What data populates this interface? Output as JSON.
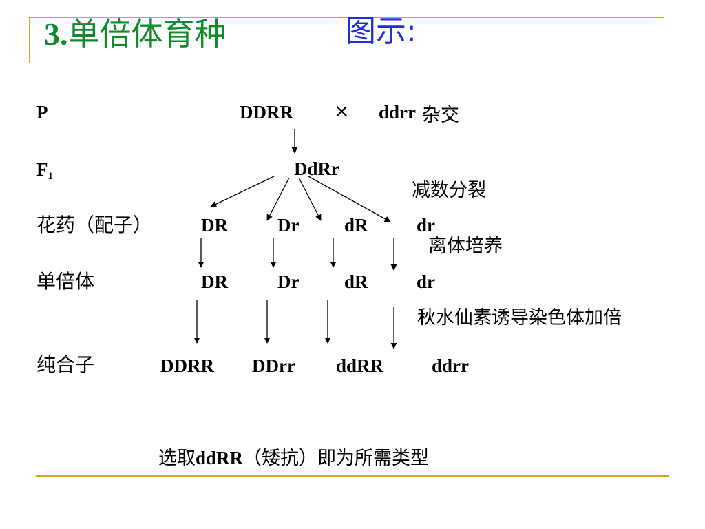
{
  "slide": {
    "title_num": "3.",
    "title_text": "单倍体育种",
    "subtitle": "图示:"
  },
  "rows": {
    "p": {
      "label": "P",
      "parent1": "DDRR",
      "cross": "×",
      "parent2": "ddrr",
      "note": "杂交"
    },
    "f1": {
      "label_main": "F",
      "label_sub": "1",
      "genotype": "DdRr",
      "note": "减数分裂"
    },
    "anthers": {
      "label": "花药（配子）",
      "gametes": [
        "DR",
        "Dr",
        "dR",
        "dr"
      ],
      "note": "离体培养"
    },
    "haploid": {
      "label": "单倍体",
      "genotypes": [
        "DR",
        "Dr",
        "dR",
        "dr"
      ],
      "note": "秋水仙素诱导染色体加倍"
    },
    "homozygote": {
      "label": "纯合子",
      "genotypes": [
        "DDRR",
        "DDrr",
        "ddRR",
        "ddrr"
      ]
    }
  },
  "conclusion": {
    "prefix": "选取",
    "genotype": "ddRR",
    "suffix": "（矮抗）即为所需类型"
  },
  "colors": {
    "rule": "#d9a520",
    "title": "#118a2e",
    "subtitle": "#1c2ee0"
  }
}
